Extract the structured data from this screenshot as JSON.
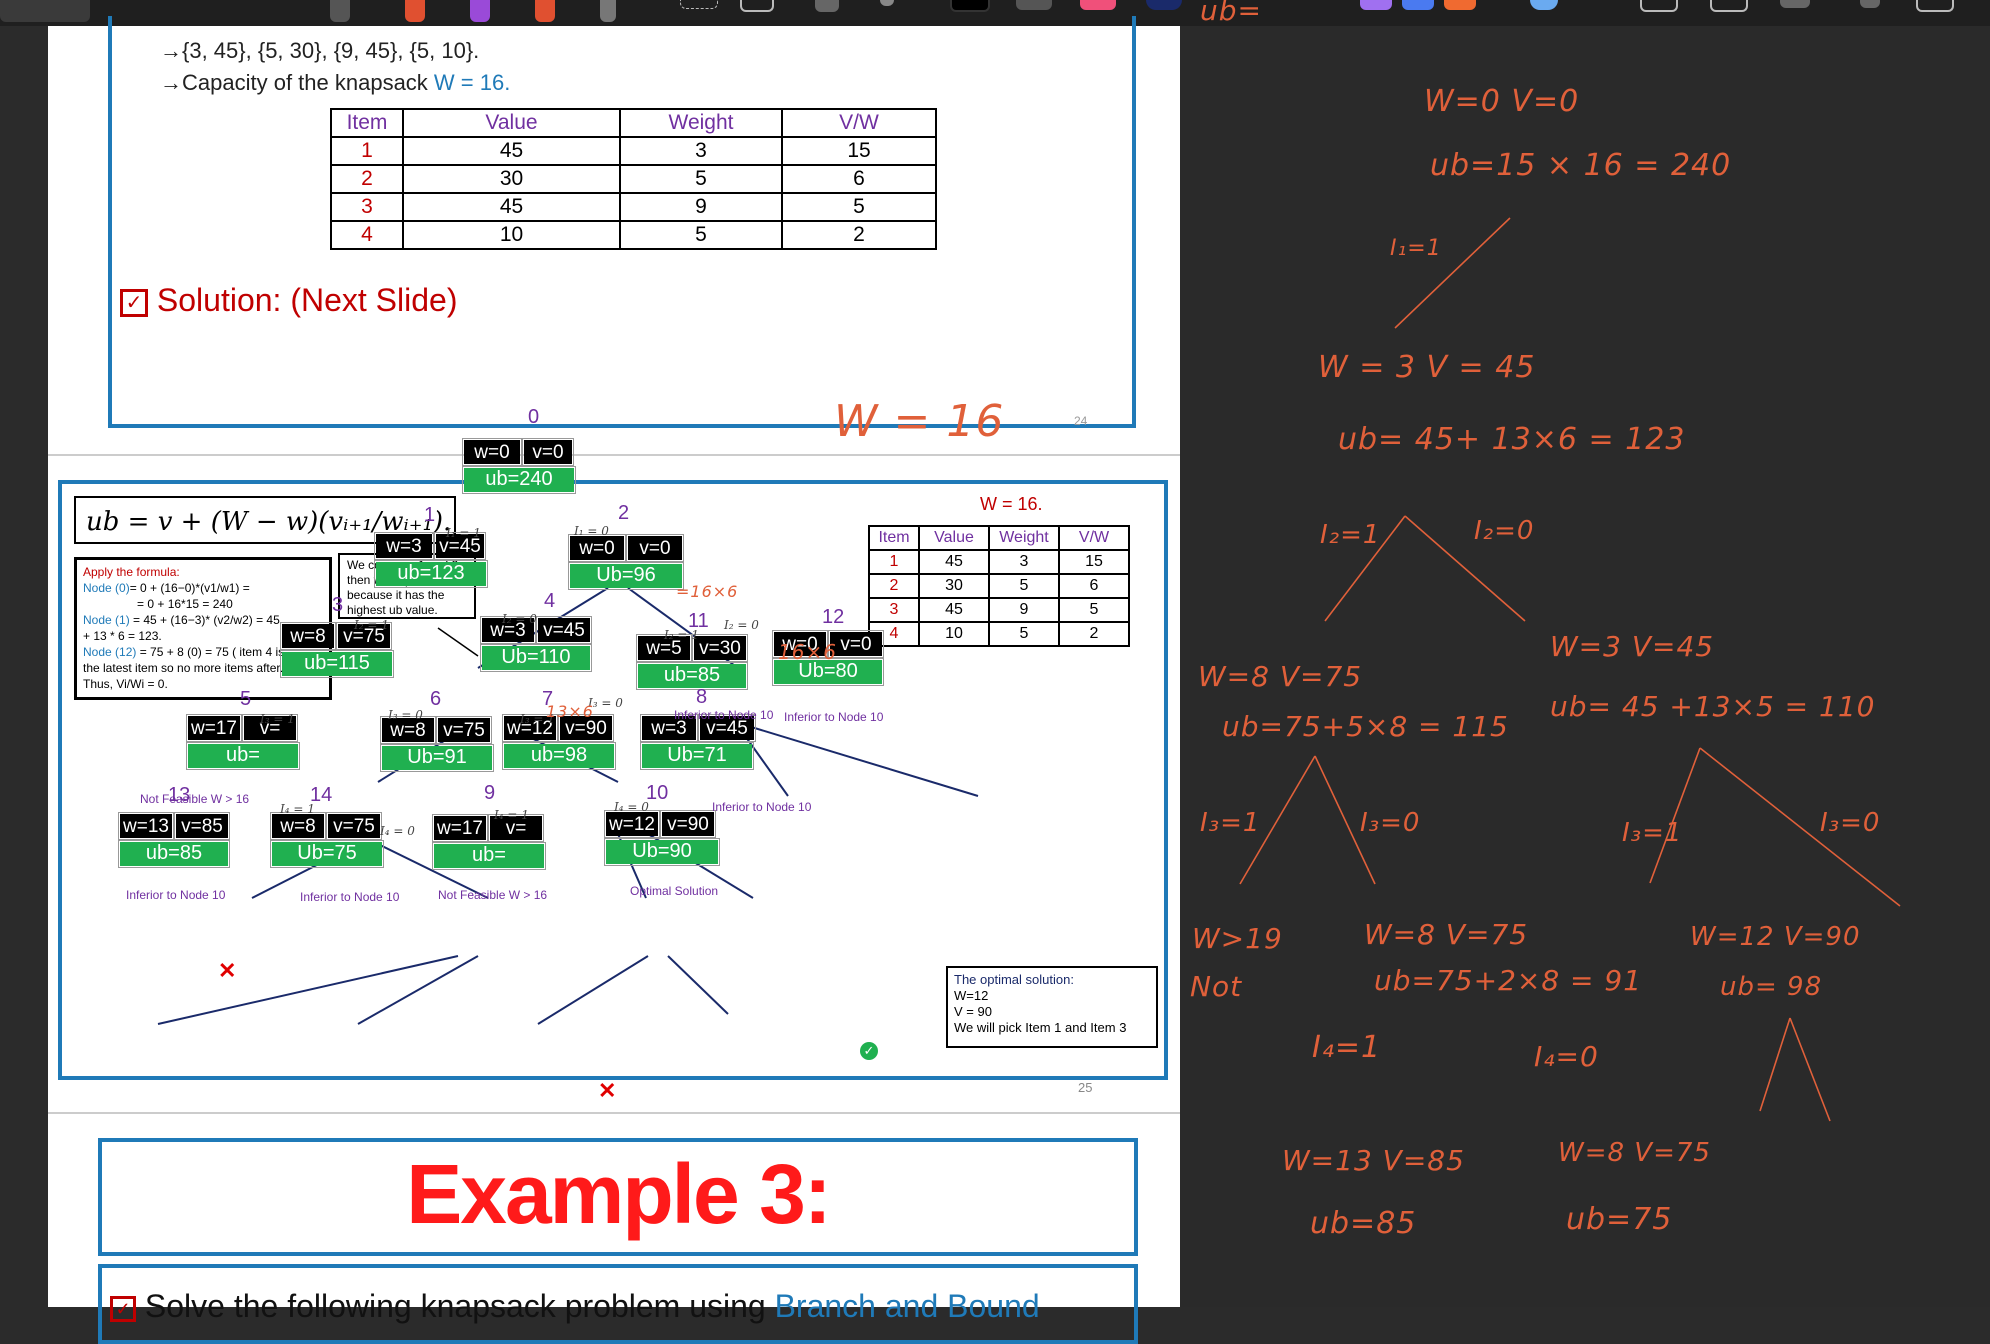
{
  "slide1": {
    "items_line": "→{3, 45}, {5, 30}, {9, 45}, {5, 10}.",
    "capacity_prefix": "→Capacity of the knapsack ",
    "capacity_value": "W = 16.",
    "table": {
      "headers": [
        "Item",
        "Value",
        "Weight",
        "V/W"
      ],
      "rows": [
        [
          "1",
          "45",
          "3",
          "15"
        ],
        [
          "2",
          "30",
          "5",
          "6"
        ],
        [
          "3",
          "45",
          "9",
          "5"
        ],
        [
          "4",
          "10",
          "5",
          "2"
        ]
      ]
    },
    "solution": "Solution: (Next Slide)",
    "annotation": "W = 16",
    "page_num": "24"
  },
  "slide2": {
    "formula": "ub = v + (W − w)(vᵢ₊₁/wᵢ₊₁).",
    "apply_box": {
      "title": "Apply the formula:",
      "l1a": "Node (0)",
      "l1b": "= 0 + (16−0)*(v1/w1) =",
      "l2": "= 0 + 16*15 = 240",
      "l3a": "Node (1)",
      "l3b": " = 45 + (16−3)* (v2/w2) = 45",
      "l4": "+ 13 * 6 = 123.",
      "l5a": "Node (12)",
      "l5b": " = 75 + 8 (0) = 75 ( item 4 is",
      "l6": "the latest item so no more items after.",
      "l7": "Thus, Vi/Wi = 0."
    },
    "compare_note": "We compare 1 and 2, then we expand 1 because it has the highest ub value.",
    "w_label": "W = 16.",
    "table": {
      "headers": [
        "Item",
        "Value",
        "Weight",
        "V/W"
      ],
      "rows": [
        [
          "1",
          "45",
          "3",
          "15"
        ],
        [
          "2",
          "30",
          "5",
          "6"
        ],
        [
          "3",
          "45",
          "9",
          "5"
        ],
        [
          "4",
          "10",
          "5",
          "2"
        ]
      ]
    },
    "nodes": {
      "n0": {
        "label": "0",
        "w": "w=0",
        "v": "v=0",
        "ub": "ub=240"
      },
      "n1": {
        "label": "1",
        "w": "w=3",
        "v": "v=45",
        "ub": "ub=123"
      },
      "n2": {
        "label": "2",
        "w": "w=0",
        "v": "v=0",
        "ub": "Ub=96"
      },
      "n3": {
        "label": "3",
        "w": "w=8",
        "v": "v=75",
        "ub": "ub=115"
      },
      "n4": {
        "label": "4",
        "w": "w=3",
        "v": "v=45",
        "ub": "Ub=110"
      },
      "n11": {
        "label": "11",
        "w": "w=5",
        "v": "v=30",
        "ub": "ub=85"
      },
      "n12": {
        "label": "12",
        "w": "w=0",
        "v": "v=0",
        "ub": "Ub=80"
      },
      "n5": {
        "label": "5",
        "w": "w=17",
        "v": "v=",
        "ub": "ub="
      },
      "n6": {
        "label": "6",
        "w": "w=8",
        "v": "v=75",
        "ub": "Ub=91"
      },
      "n7": {
        "label": "7",
        "w": "w=12",
        "v": "v=90",
        "ub": "ub=98"
      },
      "n8": {
        "label": "8",
        "w": "w=3",
        "v": "v=45",
        "ub": "Ub=71"
      },
      "n13": {
        "label": "13",
        "w": "w=13",
        "v": "v=85",
        "ub": "ub=85"
      },
      "n14": {
        "label": "14",
        "w": "w=8",
        "v": "v=75",
        "ub": "Ub=75"
      },
      "n9": {
        "label": "9",
        "w": "w=17",
        "v": "v=",
        "ub": "ub="
      },
      "n10": {
        "label": "10",
        "w": "w=12",
        "v": "v=90",
        "ub": "Ub=90"
      }
    },
    "edges": {
      "e01": "I₁ = 1",
      "e02": "I₁ = 0",
      "e13": "I₂ = 1",
      "e14": "I₂ = 0",
      "e211": "I₂ = 1",
      "e212": "I₂ = 0",
      "e35": "I₃ = 1",
      "e36": "I₃ = 0",
      "e47": "I₃ = 1",
      "e48": "I₃ = 0",
      "e613": "I₄ = 1",
      "e614": "I₄ = 0",
      "e79": "I₄ = 1",
      "e710": "I₄ = 0"
    },
    "notes": {
      "inf11": "Inferior to Node 10",
      "inf12": "Inferior to Node 10",
      "inf8": "Inferior to Node 10",
      "nf5": "Not Feasible  W > 16",
      "inf13": "Inferior to Node 10",
      "inf14": "Inferior to Node 10",
      "nf9": "Not Feasible  W > 16",
      "opt": "Optimal Solution"
    },
    "optimal_box": {
      "title": "The optimal solution:",
      "l1": "W=12",
      "l2": "V = 90",
      "l3": "We will pick Item 1 and Item 3"
    },
    "ink": {
      "a0": "=16×6",
      "a2": "16×6",
      "a1": "13×6"
    },
    "page_num": "25"
  },
  "slide3": {
    "title": "Example 3:",
    "line_prefix": "Solve the following knapsack problem using ",
    "line_link": "Branch and Bound"
  },
  "notes_pane": {
    "l1": "W=0   V=0",
    "l2": "ub=15 × 16 = 240",
    "l3": "I₁=1",
    "l4": "W = 3  V = 45",
    "l5": "ub= 45+ 13×6 = 123",
    "l6": "I₂=1",
    "l7": "I₂=0",
    "l8": "W=8  V=75",
    "l9": "ub=75+5×8 = 115",
    "l10": "W=3 V=45",
    "l11": "ub= 45 +13×5 = 110",
    "l12": "I₃=1",
    "l13": "I₃=0",
    "l14": "I₃=1",
    "l15": "I₃=0",
    "l16": "W>19",
    "l17": "Not",
    "l18": "W=8   V=75",
    "l19": "ub=75+2×8 = 91",
    "l20": "W=12  V=90",
    "l21": "ub= 98",
    "l22": "I₄=1",
    "l23": "I₄=0",
    "l24": "W=13 V=85",
    "l25": "ub=85",
    "l26": "W=8  V=75",
    "l27": "ub=75",
    "top": "ub="
  }
}
